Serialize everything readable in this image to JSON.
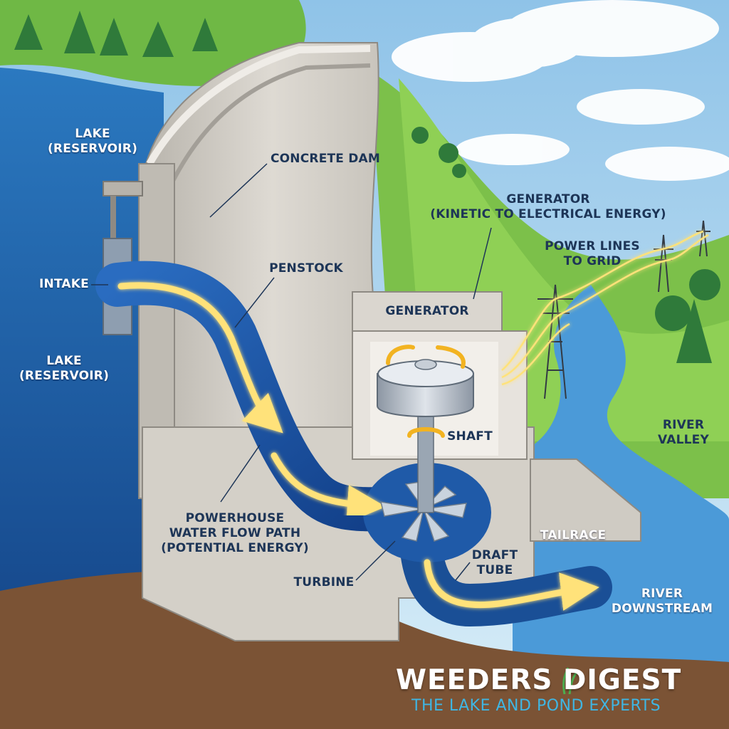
{
  "labels": {
    "lake_top": "LAKE\n(RESERVOIR)",
    "concrete_dam": "CONCRETE DAM",
    "generator_desc": "GENERATOR\n(KINETIC TO ELECTRICAL ENERGY)",
    "power_lines": "POWER LINES\nTO GRID",
    "intake": "INTAKE",
    "penstock": "PENSTOCK",
    "generator": "GENERATOR",
    "lake_bottom": "LAKE\n(RESERVOIR)",
    "shaft": "SHAFT",
    "river_valley": "RIVER\nVALLEY",
    "powerhouse_flow": "POWERHOUSE\nWATER FLOW PATH\n(POTENTIAL ENERGY)",
    "tailrace": "TAILRACE",
    "draft_tube": "DRAFT\nTUBE",
    "turbine": "TURBINE",
    "river_downstream": "RIVER\nDOWNSTREAM"
  },
  "logo": {
    "name": "WEEDERS DIGEST",
    "tagline": "THE LAKE AND POND EXPERTS"
  },
  "colors": {
    "water": "#1f5fa3",
    "concrete": "#cfcbc3",
    "grass": "#6cb33f",
    "flow_arrow": "#ffe27a",
    "label_text": "#1d3557"
  }
}
